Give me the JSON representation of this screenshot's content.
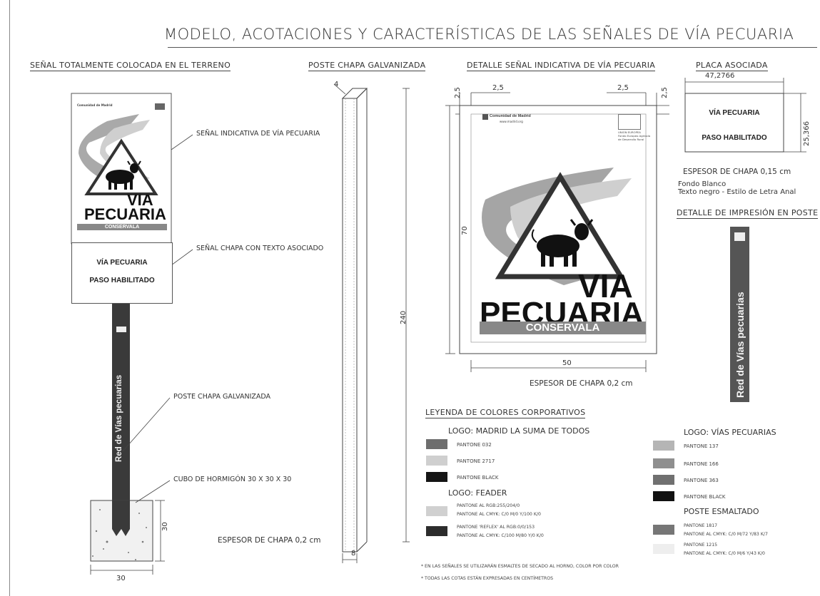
{
  "title": "MODELO, ACOTACIONES Y CARACTERÍSTICAS DE LAS SEÑALES DE VÍA PECUARIA",
  "sections": {
    "installed": "SEÑAL TOTALMENTE COLOCADA EN EL TERRENO",
    "post": "POSTE CHAPA GALVANIZADA",
    "detail": "DETALLE SEÑAL INDICATIVA DE VÍA PECUARIA",
    "plate": "PLACA ASOCIADA",
    "print": "DETALLE DE IMPRESIÓN EN POSTE",
    "legend": "LEYENDA  DE COLORES CORPORATIVOS"
  },
  "callouts": {
    "sign": "SEÑAL INDICATIVA DE VÍA PECUARIA",
    "plate": "SEÑAL CHAPA CON TEXTO ASOCIADO",
    "post": "POSTE CHAPA GALVANIZADA",
    "cube": "CUBO DE HORMIGÓN 30 X 30 X 30"
  },
  "sign": {
    "brand": "Comunidad de Madrid",
    "brand_url": "www.madrid.org",
    "eu_line1": "UNIÓN EUROPEA",
    "eu_line2": "Fondo Europeo Agrícola",
    "eu_line3": "de Desarrollo Rural",
    "line1": "VIA",
    "line2": "PECUARIA",
    "band": "CONSERVALA"
  },
  "plate_text": {
    "line1": "VÍA PECUARIA",
    "line2": "PASO HABILITADO"
  },
  "post_print": "Red de Vías pecuarias",
  "dims": {
    "cube_h": "30",
    "cube_w": "30",
    "post_top": "4",
    "post_h": "240",
    "post_w": "8",
    "margin_l_v": "2,5",
    "margin_l_h": "2,5",
    "margin_r_h": "2,5",
    "margin_r_v": "2,5",
    "sign_h": "70",
    "sign_w": "50",
    "plate_w": "47,2766",
    "plate_h": "25,366"
  },
  "notes": {
    "thickness_post": "ESPESOR DE CHAPA 0,2 cm",
    "thickness_sign": "ESPESOR DE CHAPA 0,2 cm",
    "thickness_plate": "ESPESOR DE CHAPA 0,15 cm",
    "plate_bg": "Fondo Blanco",
    "plate_font": "Texto negro - Estilo de Letra Anal"
  },
  "legend": {
    "madrid": {
      "title": "LOGO: MADRID LA SUMA DE TODOS",
      "items": [
        {
          "label": "PANTONE 032",
          "color": "#6e6e6e"
        },
        {
          "label": "PANTONE 2717",
          "color": "#cfcfcf"
        },
        {
          "label": "PANTONE BLACK",
          "color": "#151515"
        }
      ]
    },
    "feader": {
      "title": "LOGO: FEADER",
      "items": [
        {
          "line1": "PANTONE AL RGB:255/204/0",
          "line2": "PANTONE AL CMYK: C/0  M/0  Y/100  K/0",
          "color": "#d0d0d0"
        },
        {
          "line1": "PANTONE 'REFLEX' AL RGB:0/0/153",
          "line2": "PANTONE AL CMYK: C/100  M/80  Y/0  K/0",
          "color": "#2c2c2c"
        }
      ]
    },
    "vias": {
      "title": "LOGO: VÍAS PECUARIAS",
      "items": [
        {
          "label": "PANTONE 137",
          "color": "#b5b5b5"
        },
        {
          "label": "PANTONE 166",
          "color": "#8f8f8f"
        },
        {
          "label": "PANTONE 363",
          "color": "#707070"
        },
        {
          "label": "PANTONE BLACK",
          "color": "#111111"
        }
      ]
    },
    "poste": {
      "title": "POSTE ESMALTADO",
      "items": [
        {
          "line1": "PANTONE 1817",
          "line2": "PANTONE AL CMYK: C/0  M/72 Y/83  K/7",
          "color": "#767676"
        },
        {
          "line1": "PANTONE 1215",
          "line2": "PANTONE AL CMYK: C/0  M/6  Y/43  K/0",
          "color": "#eeeeee"
        }
      ]
    }
  },
  "footnotes": {
    "n1": "* EN LAS SEÑALES SE UTILIZARÁN ESMALTES DE SECADO AL HORNO, COLOR POR COLOR",
    "n2": "* TODAS LAS COTAS ESTÁN EXPRESADAS EN CENTÍMETROS"
  }
}
